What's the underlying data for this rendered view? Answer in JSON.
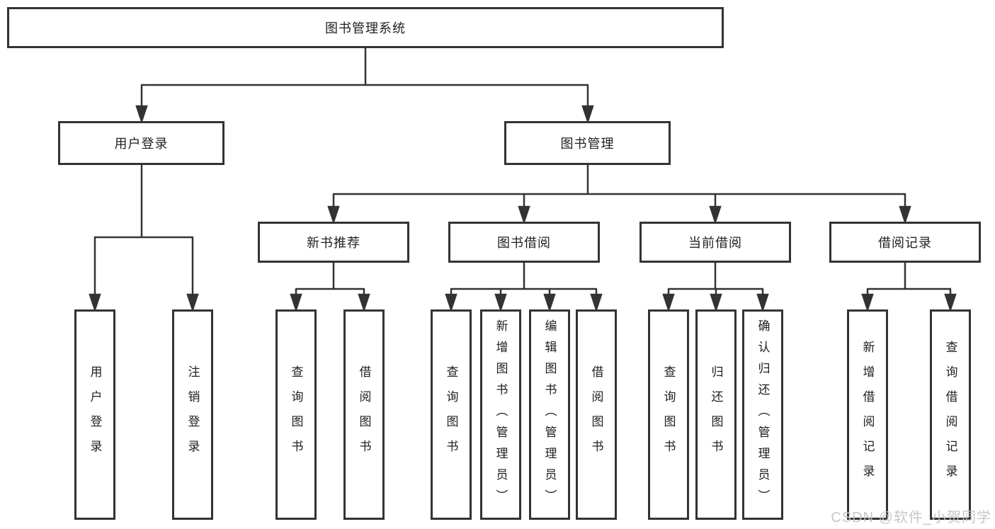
{
  "colors": {
    "line": "#333333",
    "box_border": "#333333",
    "text": "#1f1f1f",
    "background": "#ffffff",
    "watermark": "#bfc3c9"
  },
  "watermark": {
    "text": "CSDN @软件_小贺同学"
  },
  "tree": {
    "root": {
      "label": "图书管理系统"
    },
    "branches": [
      {
        "label": "用户登录",
        "children": [
          {
            "label": "用户登录"
          },
          {
            "label": "注销登录"
          }
        ]
      },
      {
        "label": "图书管理",
        "children": [
          {
            "label": "新书推荐",
            "children": [
              {
                "label": "查询图书"
              },
              {
                "label": "借阅图书"
              }
            ]
          },
          {
            "label": "图书借阅",
            "children": [
              {
                "label": "查询图书"
              },
              {
                "label": "新增图书（管理员）"
              },
              {
                "label": "编辑图书（管理员）"
              },
              {
                "label": "借阅图书"
              }
            ]
          },
          {
            "label": "当前借阅",
            "children": [
              {
                "label": "查询图书"
              },
              {
                "label": "归还图书"
              },
              {
                "label": "确认归还（管理员）"
              }
            ]
          },
          {
            "label": "借阅记录",
            "children": [
              {
                "label": "新增借阅记录"
              },
              {
                "label": "查询借阅记录"
              }
            ]
          }
        ]
      }
    ]
  }
}
